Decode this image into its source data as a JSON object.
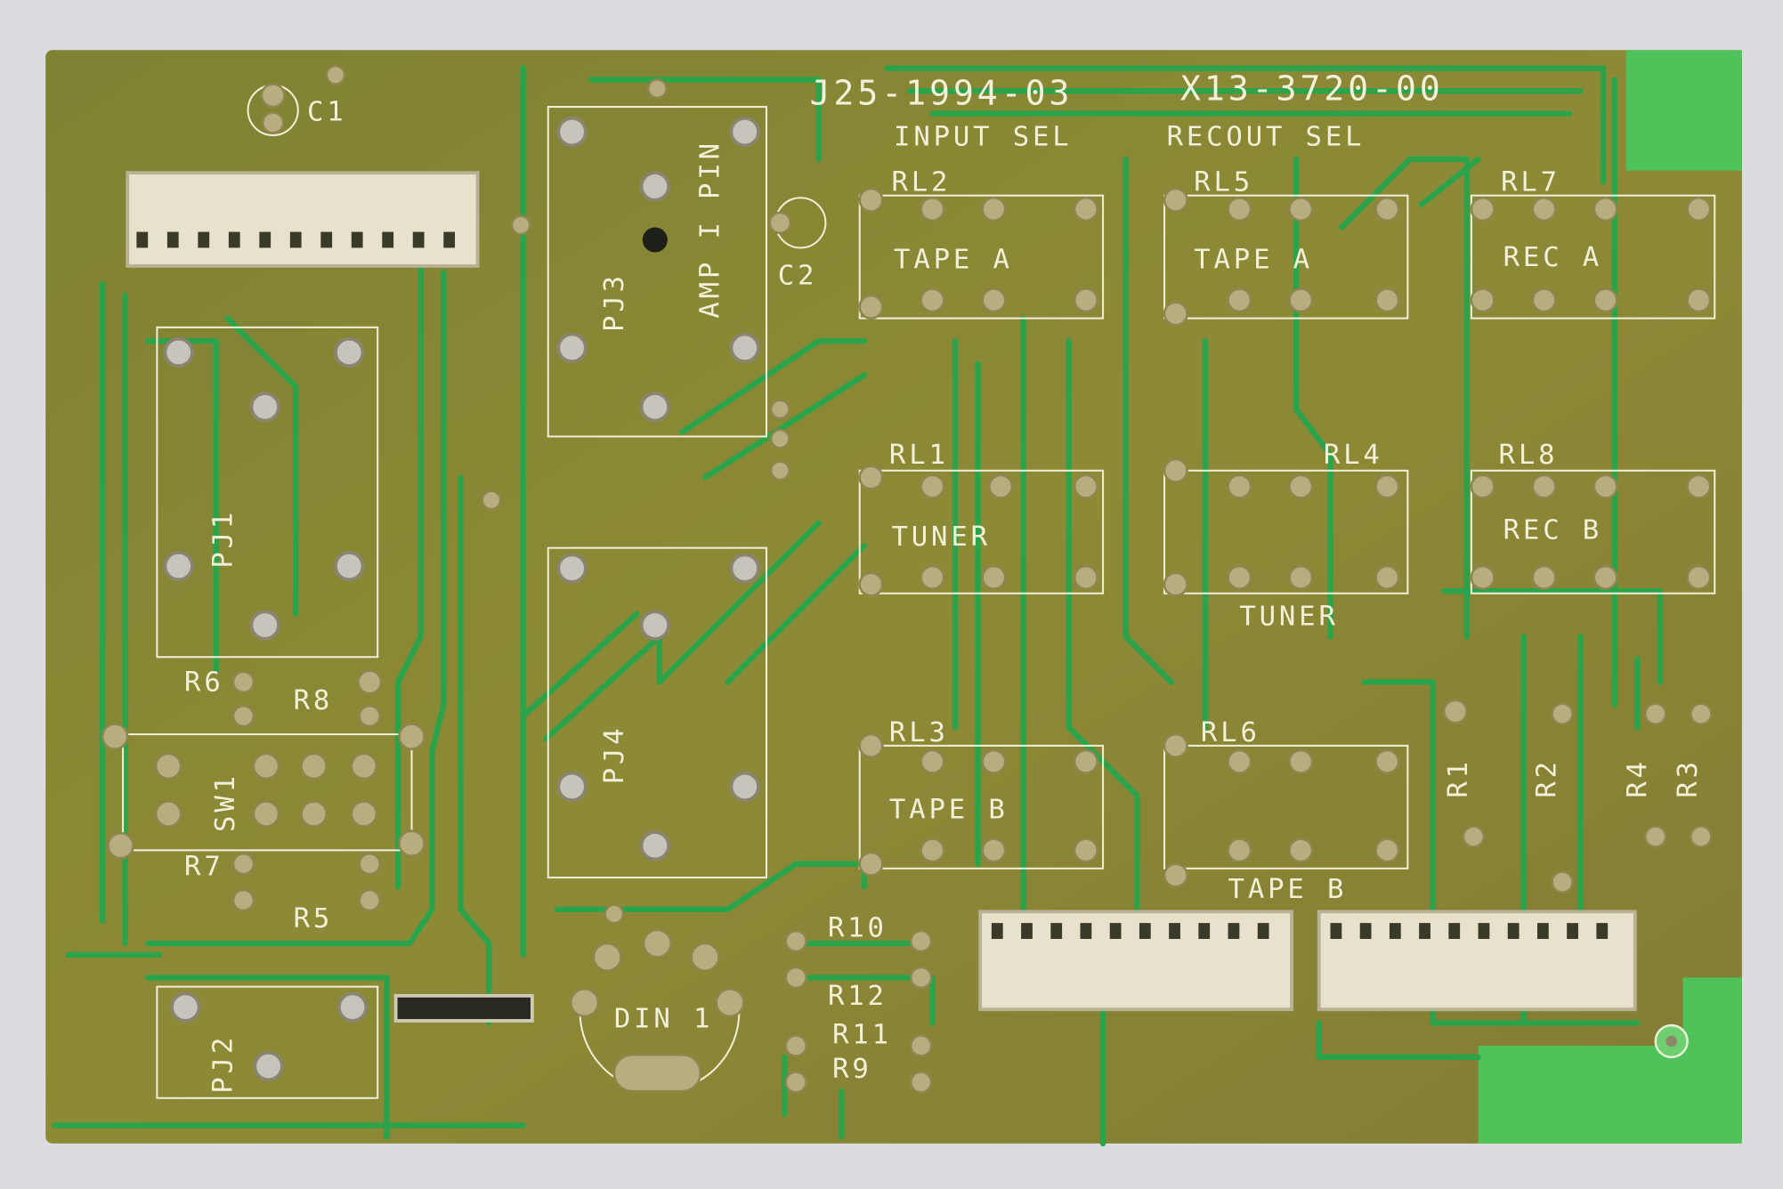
{
  "board": {
    "part_number": "J25-1994-03",
    "code": "X13-3720-00",
    "section_input": "INPUT SEL",
    "section_recout": "RECOUT SEL",
    "colors": {
      "substrate": "#8a8a34",
      "trace": "#2aa34a",
      "silkscreen": "#f2f0d8",
      "background": "#d9d9dc"
    }
  },
  "relays": [
    {
      "ref": "RL2",
      "label": "TAPE A"
    },
    {
      "ref": "RL5",
      "label": "TAPE A"
    },
    {
      "ref": "RL7",
      "label": "REC A"
    },
    {
      "ref": "RL1",
      "label": "TUNER"
    },
    {
      "ref": "RL4",
      "label": "TUNER"
    },
    {
      "ref": "RL8",
      "label": "REC B"
    },
    {
      "ref": "RL3",
      "label": "TAPE B"
    },
    {
      "ref": "RL6",
      "label": "TAPE B"
    }
  ],
  "components": {
    "c1": "C1",
    "c2": "C2",
    "pj3": "PJ3",
    "amp": "AMP I PIN",
    "pj1": "PJ1",
    "pj4": "PJ4",
    "pj2": "PJ2",
    "sw1": "SW1",
    "din1": "DIN 1",
    "r1": "R1",
    "r2": "R2",
    "r3": "R3",
    "r4": "R4",
    "r5": "R5",
    "r6": "R6",
    "r7": "R7",
    "r8": "R8",
    "r9": "R9",
    "r10": "R10",
    "r11": "R11",
    "r12": "R12"
  }
}
